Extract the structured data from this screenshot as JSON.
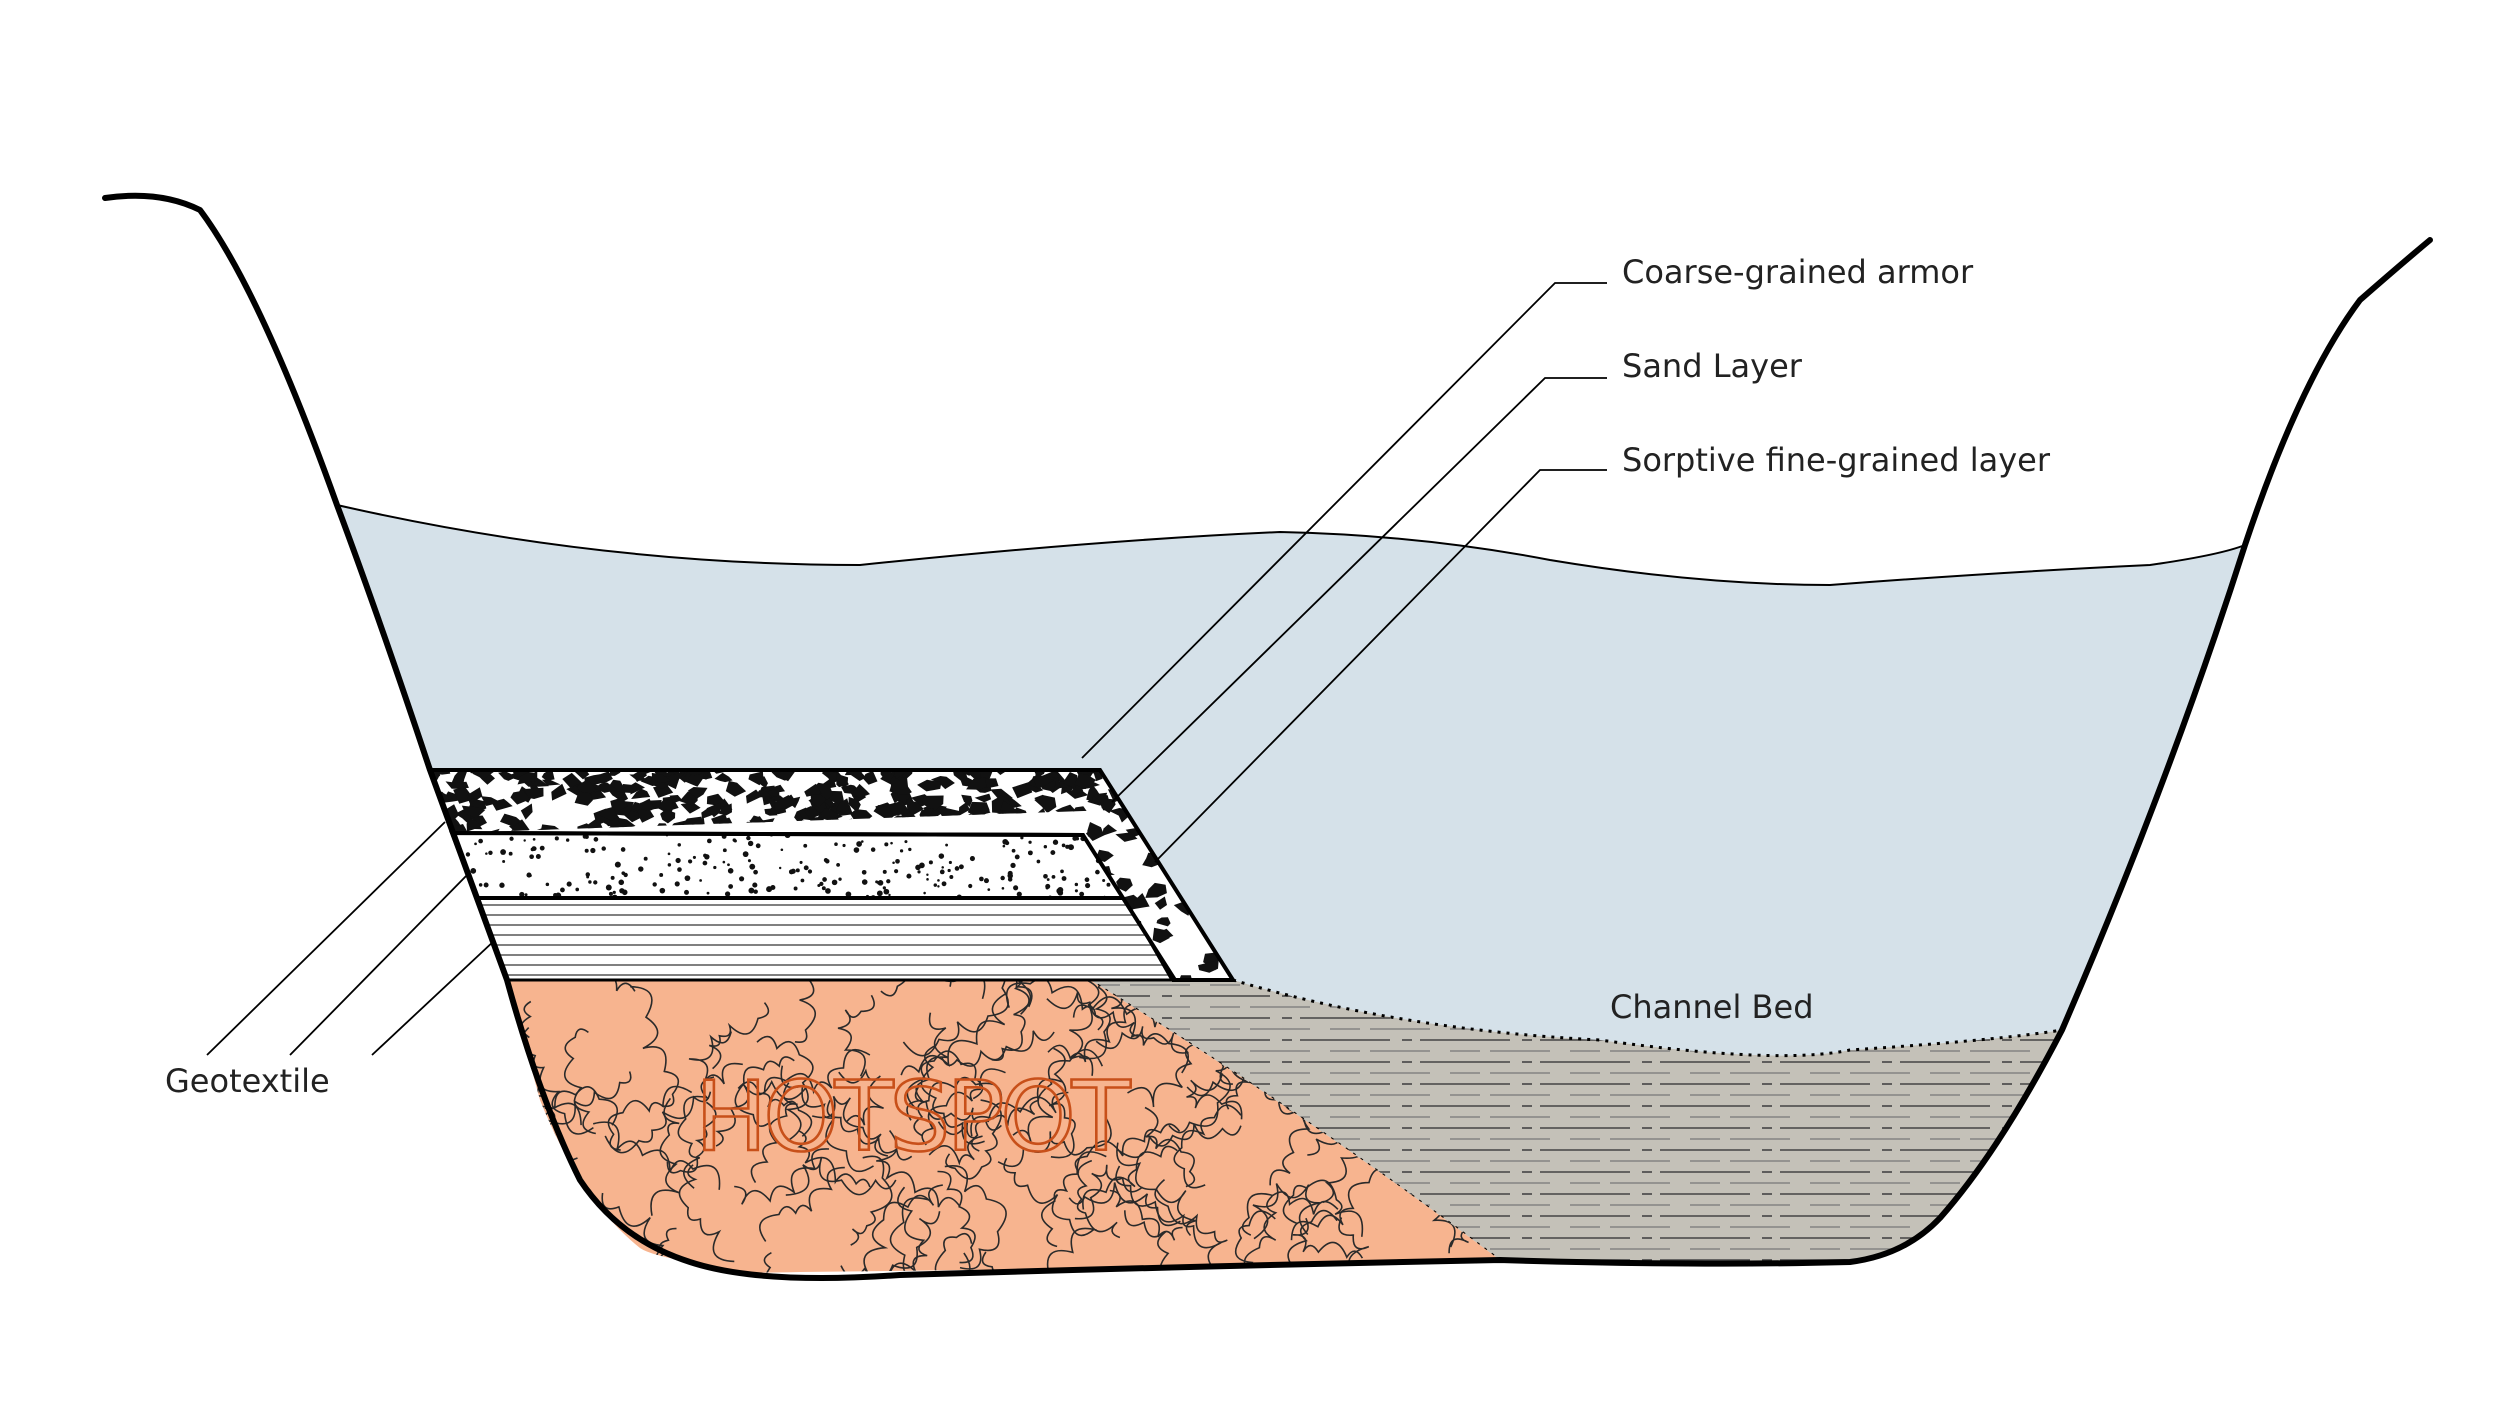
{
  "labels": {
    "armor": "Coarse-grained armor",
    "sand": "Sand Layer",
    "sorptive": "Sorptive fine-grained layer",
    "geotextile": "Geotextile",
    "channel_bed": "Channel Bed",
    "hotspot": "HOTSPOT"
  },
  "colors": {
    "water": "#d5e1e9",
    "sediment": "#c4c1b8",
    "hotspot": "#f7b48f",
    "hotspot_text": "#c8501a",
    "outline": "#000000"
  }
}
